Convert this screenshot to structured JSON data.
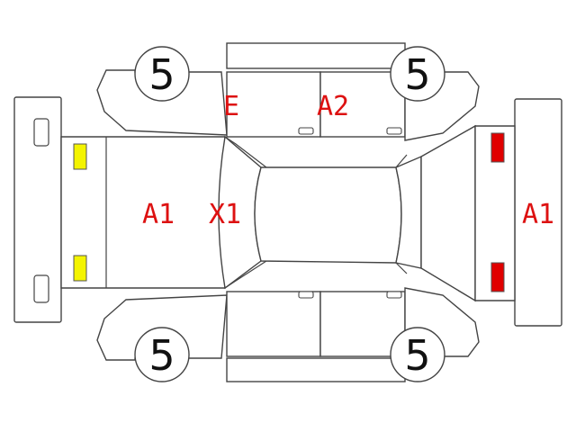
{
  "colors": {
    "outline": "#444444",
    "damage_text": "#dd1111",
    "front_lights": "#f4f400",
    "rear_lights": "#e00000"
  },
  "tires": {
    "front_left": "5",
    "rear_left": "5",
    "front_right": "5",
    "rear_right": "5"
  },
  "damage_marks": {
    "front_bumper": "A1",
    "hood": "X1",
    "front_left_fender": "E",
    "rear_left_door": "A2",
    "rear_bumper": "A1"
  }
}
